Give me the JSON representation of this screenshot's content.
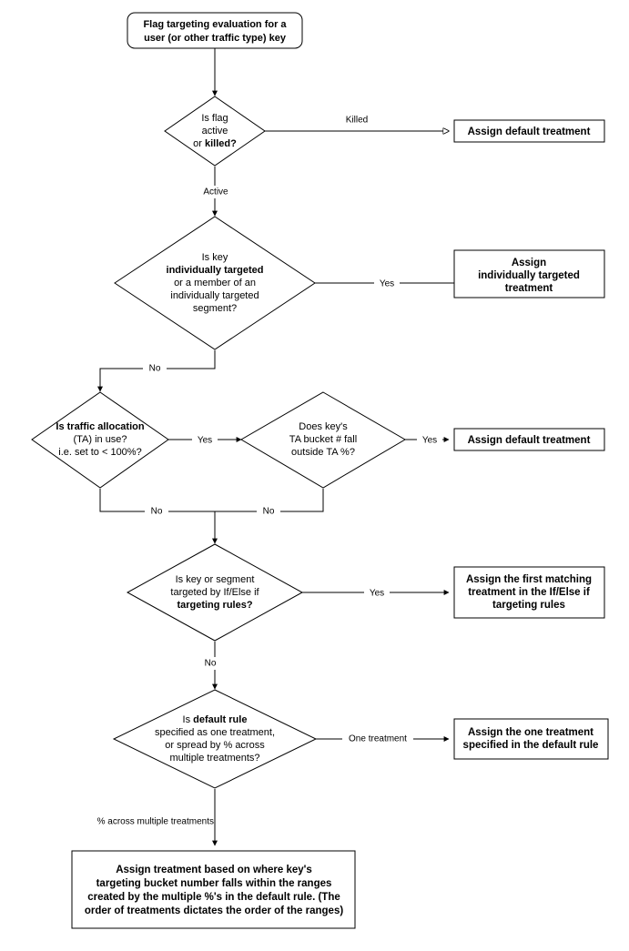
{
  "chart_data": {
    "type": "diagram",
    "title": "Flag targeting evaluation flowchart",
    "diagram_kind": "flowchart",
    "nodes": [
      {
        "id": "start",
        "shape": "rounded-rect",
        "lines": [
          "Flag targeting evaluation for a",
          "user (or other traffic type) key"
        ],
        "bold": [
          false,
          false
        ]
      },
      {
        "id": "d1",
        "shape": "diamond",
        "lines": [
          "Is flag",
          "active",
          "or killed?"
        ],
        "bold": [
          false,
          false,
          "mixed"
        ]
      },
      {
        "id": "b1",
        "shape": "rect",
        "lines": [
          "Assign default treatment"
        ],
        "bold": [
          true
        ]
      },
      {
        "id": "d2",
        "shape": "diamond",
        "lines": [
          "Is key",
          "individually targeted",
          "or a member of an",
          "individually targeted",
          "segment?"
        ],
        "bold": [
          false,
          true,
          false,
          false,
          false
        ]
      },
      {
        "id": "b2",
        "shape": "rect",
        "lines": [
          "Assign",
          "individually targeted",
          "treatment"
        ],
        "bold": [
          true,
          true,
          true
        ]
      },
      {
        "id": "d3",
        "shape": "diamond",
        "lines": [
          "Is traffic allocation",
          "(TA) in use?",
          "i.e. set to < 100%?"
        ],
        "bold": [
          true,
          false,
          false
        ]
      },
      {
        "id": "d4",
        "shape": "diamond",
        "lines": [
          "Does key's",
          "TA bucket # fall",
          "outside TA %?"
        ],
        "bold": [
          false,
          false,
          false
        ]
      },
      {
        "id": "b3",
        "shape": "rect",
        "lines": [
          "Assign default treatment"
        ],
        "bold": [
          true
        ]
      },
      {
        "id": "d5",
        "shape": "diamond",
        "lines": [
          "Is key or segment",
          "targeted by If/Else if",
          "targeting rules?"
        ],
        "bold": [
          false,
          false,
          true
        ]
      },
      {
        "id": "b4",
        "shape": "rect",
        "lines": [
          "Assign the first matching",
          "treatment in the If/Else if",
          "targeting rules"
        ],
        "bold": [
          true,
          true,
          true
        ]
      },
      {
        "id": "d6",
        "shape": "diamond",
        "lines": [
          "Is default rule",
          "specified as one treatment,",
          "or spread by % across",
          "multiple treatments?"
        ],
        "bold": [
          "mixed",
          false,
          false,
          false
        ]
      },
      {
        "id": "b5",
        "shape": "rect",
        "lines": [
          "Assign the one treatment",
          "specified in the default rule"
        ],
        "bold": [
          true,
          true
        ]
      },
      {
        "id": "b6",
        "shape": "rect",
        "lines": [
          "Assign treatment based on where key's",
          "targeting bucket number falls within the ranges",
          "created by the multiple %'s in the default rule. (The",
          "order of treatments dictates the order of the ranges)"
        ],
        "bold": [
          true,
          true,
          true,
          true
        ]
      }
    ],
    "edges": [
      {
        "from": "start",
        "to": "d1",
        "label": ""
      },
      {
        "from": "d1",
        "to": "b1",
        "label": "Killed"
      },
      {
        "from": "d1",
        "to": "d2",
        "label": "Active"
      },
      {
        "from": "d2",
        "to": "b2",
        "label": "Yes"
      },
      {
        "from": "d2",
        "to": "d3",
        "label": "No"
      },
      {
        "from": "d3",
        "to": "d4",
        "label": "Yes"
      },
      {
        "from": "d4",
        "to": "b3",
        "label": "Yes"
      },
      {
        "from": "d3",
        "to": "d5",
        "label": "No"
      },
      {
        "from": "d4",
        "to": "d5",
        "label": "No"
      },
      {
        "from": "d5",
        "to": "b4",
        "label": "Yes"
      },
      {
        "from": "d5",
        "to": "d6",
        "label": "No"
      },
      {
        "from": "d6",
        "to": "b5",
        "label": "One treatment"
      },
      {
        "from": "d6",
        "to": "b6",
        "label": "% across multiple treatments"
      }
    ],
    "colors": {
      "stroke": "#000000",
      "fill": "#ffffff",
      "text": "#000000"
    }
  },
  "start": {
    "line1": "Flag targeting evaluation for a",
    "line2": "user (or other traffic type) key"
  },
  "d1": {
    "line1": "Is flag",
    "line2": "active",
    "line3a": "or ",
    "line3b": "killed?"
  },
  "b1": {
    "line1": "Assign default treatment"
  },
  "d2": {
    "line1": "Is key",
    "line2": "individually targeted",
    "line3": "or a member of an",
    "line4": "individually targeted",
    "line5": "segment?"
  },
  "b2": {
    "line1": "Assign",
    "line2": "individually targeted",
    "line3": "treatment"
  },
  "d3": {
    "line1": "Is traffic allocation",
    "line2": "(TA) in use?",
    "line3": "i.e. set to < 100%?"
  },
  "d4": {
    "line1": "Does key's",
    "line2": "TA bucket # fall",
    "line3": "outside TA %?"
  },
  "b3": {
    "line1": "Assign default treatment"
  },
  "d5": {
    "line1": "Is key or segment",
    "line2": "targeted by If/Else if",
    "line3": "targeting rules?"
  },
  "b4": {
    "line1": "Assign the first matching",
    "line2": "treatment in the If/Else if",
    "line3": "targeting rules"
  },
  "d6": {
    "line1a": "Is ",
    "line1b": "default rule",
    "line2": "specified as one treatment,",
    "line3": "or spread by % across",
    "line4": "multiple treatments?"
  },
  "b5": {
    "line1": "Assign the one treatment",
    "line2": "specified in the default rule"
  },
  "b6": {
    "line1": "Assign treatment based on where key's",
    "line2": "targeting bucket number falls within the ranges",
    "line3": "created by the multiple %'s in the default rule. (The",
    "line4": "order of treatments dictates the order of the ranges)"
  },
  "labels": {
    "killed": "Killed",
    "active": "Active",
    "yes1": "Yes",
    "no1": "No",
    "yes2": "Yes",
    "yes3": "Yes",
    "no2": "No",
    "no3": "No",
    "yes4": "Yes",
    "no4": "No",
    "one_treatment": "One treatment",
    "pct_across": "% across multiple treatments"
  }
}
